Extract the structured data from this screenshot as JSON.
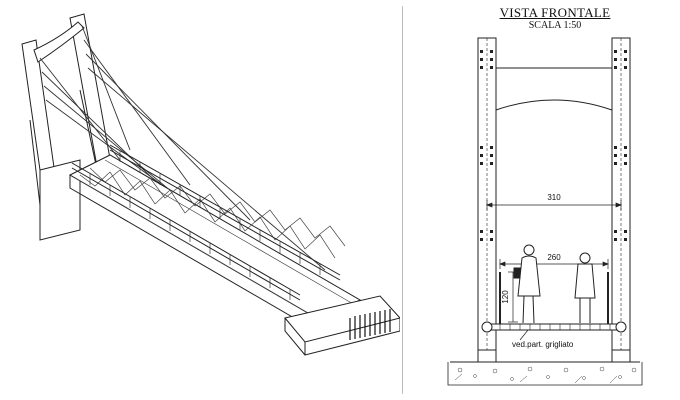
{
  "drawing": {
    "title": "VISTA FRONTALE",
    "scale": "SCALA 1:50",
    "dim_width_outer": "310",
    "dim_width_inner": "260",
    "dim_height_rail": "120",
    "callout": "ved.part. grigliato"
  }
}
